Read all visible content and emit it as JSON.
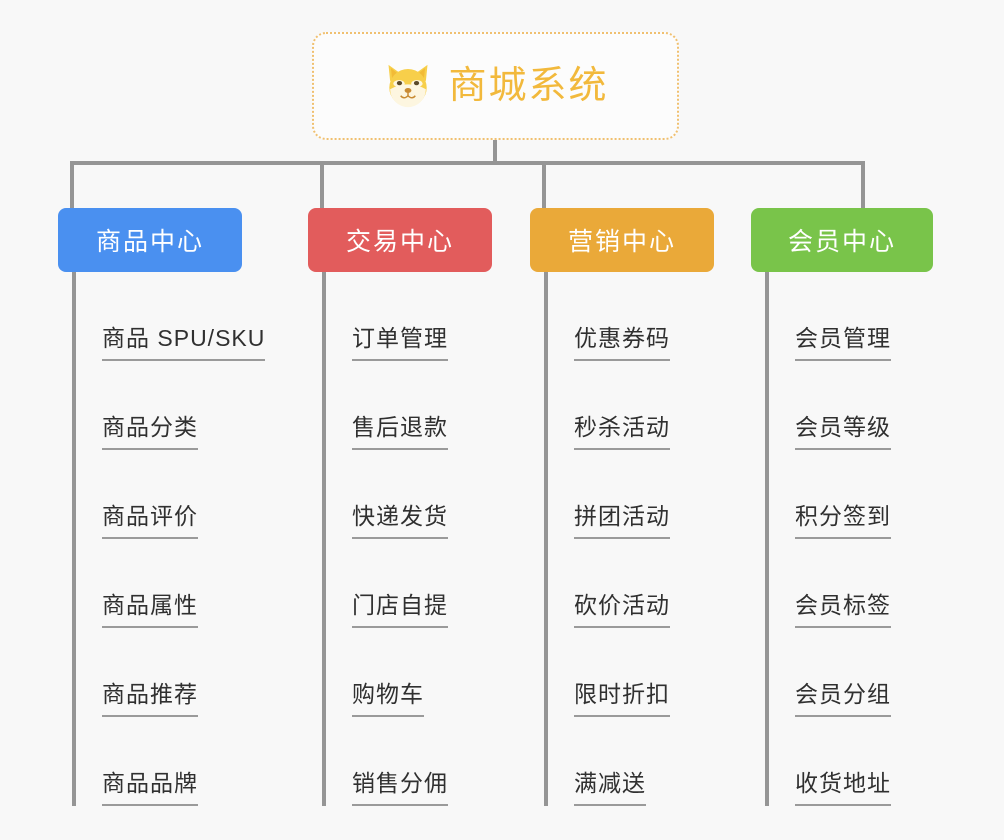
{
  "diagram": {
    "type": "mind-map",
    "background_color": "#f8f8f8",
    "connector_color": "#959595",
    "root": {
      "title": "商城系统",
      "icon": "shiba-dog-icon",
      "border_color": "#f0c070",
      "text_color": "#f2b93c"
    },
    "branches": [
      {
        "label": "商品中心",
        "color": "#4a90f0",
        "children": [
          "商品 SPU/SKU",
          "商品分类",
          "商品评价",
          "商品属性",
          "商品推荐",
          "商品品牌"
        ]
      },
      {
        "label": "交易中心",
        "color": "#e25c5c",
        "children": [
          "订单管理",
          "售后退款",
          "快递发货",
          "门店自提",
          "购物车",
          "销售分佣"
        ]
      },
      {
        "label": "营销中心",
        "color": "#eaa939",
        "children": [
          "优惠券码",
          "秒杀活动",
          "拼团活动",
          "砍价活动",
          "限时折扣",
          "满减送"
        ]
      },
      {
        "label": "会员中心",
        "color": "#79c44a",
        "children": [
          "会员管理",
          "会员等级",
          "积分签到",
          "会员标签",
          "会员分组",
          "收货地址"
        ]
      }
    ]
  }
}
